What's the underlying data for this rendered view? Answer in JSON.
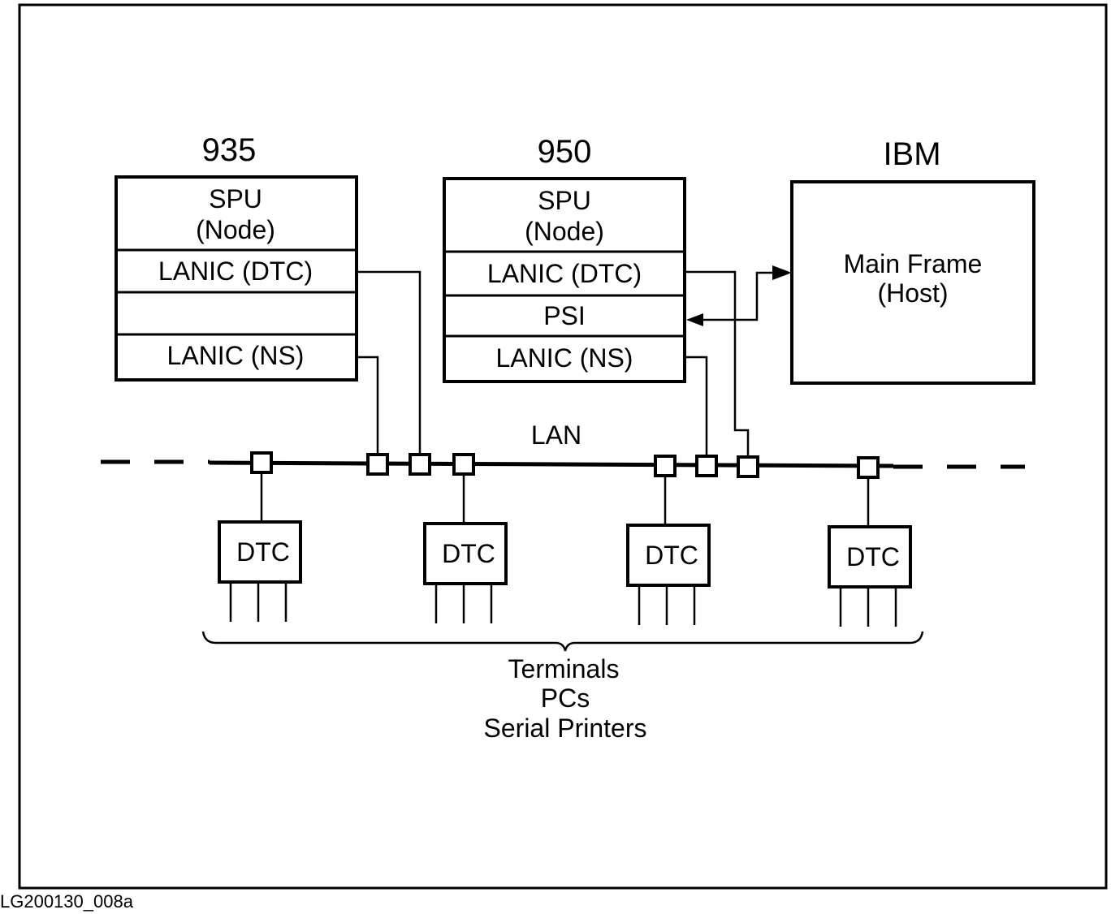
{
  "systems": {
    "s935": {
      "title": "935",
      "rows": [
        "SPU",
        "(Node)",
        "LANIC (DTC)",
        "",
        "LANIC (NS)"
      ]
    },
    "s950": {
      "title": "950",
      "rows": [
        "SPU",
        "(Node)",
        "LANIC (DTC)",
        "PSI",
        "LANIC (NS)"
      ]
    },
    "ibm": {
      "title": "IBM",
      "line1": "Main Frame",
      "line2": "(Host)"
    }
  },
  "lan_label": "LAN",
  "dtc_label": "DTC",
  "devices": {
    "line1": "Terminals",
    "line2": "PCs",
    "line3": "Serial Printers"
  },
  "figure_id": "LG200130_008a"
}
